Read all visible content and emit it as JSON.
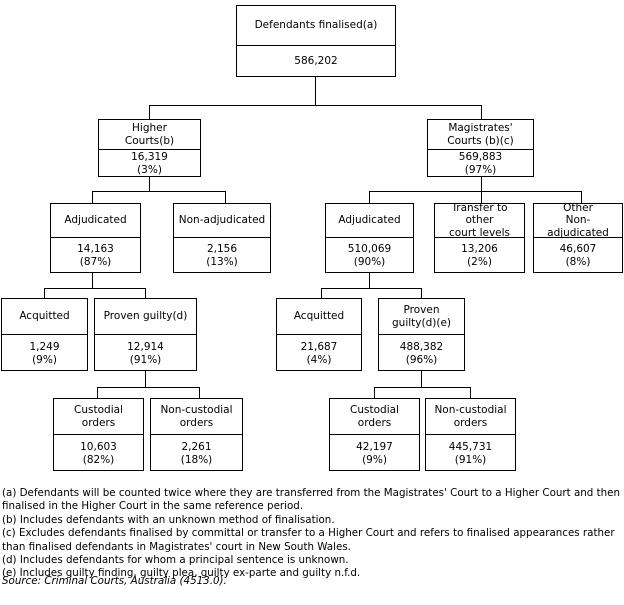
{
  "diagram": {
    "type": "flowchart",
    "nodes": {
      "root": {
        "title": "Defendants finalised(a)",
        "value": "586,202",
        "pct": ""
      },
      "higher_courts": {
        "title": "Higher\nCourts(b)",
        "value": "16,319",
        "pct": "(3%)"
      },
      "magistrates_courts": {
        "title": "Magistrates'\nCourts (b)(c)",
        "value": "569,883",
        "pct": "(97%)"
      },
      "hc_adjudicated": {
        "title": "Adjudicated",
        "value": "14,163",
        "pct": "(87%)"
      },
      "hc_non_adjudicated": {
        "title": "Non-adjudicated",
        "value": "2,156",
        "pct": "(13%)"
      },
      "mc_adjudicated": {
        "title": "Adjudicated",
        "value": "510,069",
        "pct": "(90%)"
      },
      "mc_transfer": {
        "title": "Transfer to other\ncourt levels",
        "value": "13,206",
        "pct": "(2%)"
      },
      "mc_other_non_adjudicated": {
        "title": "Other\nNon-adjudicated",
        "value": "46,607",
        "pct": "(8%)"
      },
      "hc_acquitted": {
        "title": "Acquitted",
        "value": "1,249",
        "pct": "(9%)"
      },
      "hc_proven_guilty": {
        "title": "Proven guilty(d)",
        "value": "12,914",
        "pct": "(91%)"
      },
      "mc_acquitted": {
        "title": "Acquitted",
        "value": "21,687",
        "pct": "(4%)"
      },
      "mc_proven_guilty": {
        "title": "Proven\nguilty(d)(e)",
        "value": "488,382",
        "pct": "(96%)"
      },
      "hc_custodial": {
        "title": "Custodial orders",
        "value": "10,603",
        "pct": "(82%)"
      },
      "hc_non_custodial": {
        "title": "Non-custodial\norders",
        "value": "2,261",
        "pct": "(18%)"
      },
      "mc_custodial": {
        "title": "Custodial orders",
        "value": "42,197",
        "pct": "(9%)"
      },
      "mc_non_custodial": {
        "title": "Non-custodial\norders",
        "value": "445,731",
        "pct": "(91%)"
      }
    }
  },
  "notes": [
    "(a) Defendants will be counted twice where they are transferred from the Magistrates' Court to a Higher Court and then finalised in the Higher Court in the same reference period.",
    "(b) Includes defendants with an unknown method of finalisation.",
    "(c) Excludes defendants finalised by committal or transfer to a Higher Court and refers to finalised appearances rather than finalised defendants in Magistrates' court in New South Wales.",
    "(d) Includes defendants for whom a principal sentence is unknown.",
    "(e) Includes guilty finding, guilty plea, guilty ex-parte and guilty n.f.d."
  ],
  "source": "Source: Criminal Courts, Australia (4513.0)."
}
